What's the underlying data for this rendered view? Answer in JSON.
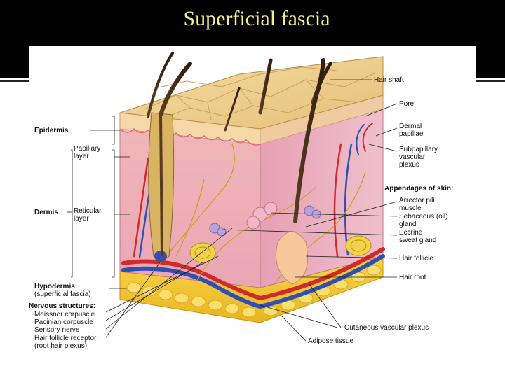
{
  "slide": {
    "title": "Superficial fascia",
    "colors": {
      "background": "#000000",
      "title": "#f3ee8a",
      "figure_bg": "#ffffff"
    }
  },
  "figure": {
    "left_labels": {
      "epidermis": "Epidermis",
      "papillary_1": "Papillary",
      "papillary_2": "layer",
      "dermis": "Dermis",
      "reticular_1": "Reticular",
      "reticular_2": "layer",
      "hypodermis": "Hypodermis",
      "hypodermis_sub": "(superficial fascia)",
      "nervous": "Nervous structures:",
      "meissner": "Meissner corpuscle",
      "pacinian": "Pacinian corpuscle",
      "sensory": "Sensory nerve",
      "follicle_receptor_1": "Hair follicle receptor",
      "follicle_receptor_2": "(root hair plexus)"
    },
    "right_labels": {
      "hair_shaft": "Hair shaft",
      "pore": "Pore",
      "dermal_papillae_1": "Dermal",
      "dermal_papillae_2": "papillae",
      "subpapillary_1": "Subpapillary",
      "subpapillary_2": "vascular",
      "subpapillary_3": "plexus",
      "appendages": "Appendages of skin:",
      "arrector_1": "Arrector pili",
      "arrector_2": "muscle",
      "sebaceous_1": "Sebaceous (oil)",
      "sebaceous_2": "gland",
      "eccrine_1": "Eccrine",
      "eccrine_2": "sweat gland",
      "hair_follicle": "Hair follicle",
      "hair_root": "Hair root"
    },
    "bottom_labels": {
      "cutaneous": "Cutaneous vascular plexus",
      "adipose": "Adipose tissue"
    }
  }
}
